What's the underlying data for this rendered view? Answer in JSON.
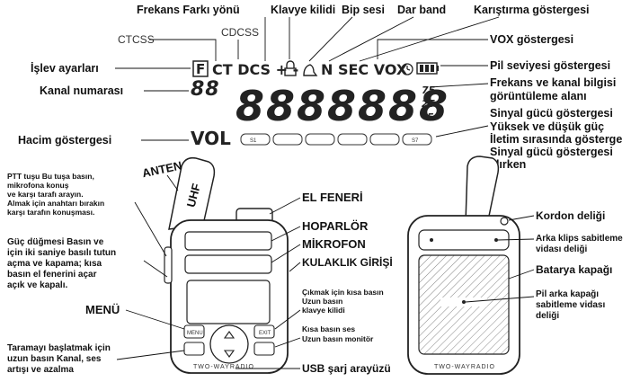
{
  "top_labels": {
    "frekans_farki": "Frekans Farkı yönü",
    "klavye_kilidi": "Klavye kilidi",
    "bip_sesi": "Bip sesi",
    "dar_band": "Dar band",
    "karistirma": "Karıştırma göstergesi"
  },
  "left_labels": {
    "ctcss": "CTCSS",
    "cdcss": "CDCSS",
    "islev": "İşlev ayarları",
    "kanal": "Kanal numarası",
    "hacim": "Hacim göstergesi"
  },
  "right_labels": {
    "vox": "VOX göstergesi",
    "pil": "Pil seviyesi göstergesi",
    "frekans_alani": [
      "Frekans ve kanal bilgisi",
      "görüntüleme alanı"
    ],
    "sinyal": [
      "Sinyal gücü göstergesi",
      "Yüksek ve düşük güç",
      "İletim sırasında gösterge",
      "Sinyal gücü göstergesi",
      "alırken"
    ]
  },
  "lcd": {
    "f": "F",
    "row1": "CT DCS + -",
    "row1b": "N SEC VOX",
    "kanal_digits": "88",
    "freq_digits": "8888888",
    "step1": "75",
    "step2": "25",
    "step3": "5",
    "vol": "VOL",
    "bar_first": "S1",
    "bar_last": "S7"
  },
  "front_labels": {
    "anten": "ANTEN",
    "uhf": "UHF",
    "el_feneri": "EL FENERİ",
    "hoparlor": "HOPARLÖR",
    "mikrofon": "MİKROFON",
    "kulaklik": "KULAKLIK GİRİŞİ",
    "ptt": [
      "PTT tuşu Bu tuşa basın,",
      "mikrofona konuş",
      "ve karşı tarafı arayın.",
      "Almak için anahtarı bırakın",
      "karşı tarafın konuşması."
    ],
    "guc": [
      "Güç düğmesi Basın ve",
      "için iki saniye basılı tutun",
      "açma ve kapama; kısa",
      "basın el fenerini açar",
      "açık ve kapalı."
    ],
    "menu": "MENÜ",
    "tarama": [
      "Taramayı başlatmak için",
      "uzun basın Kanal, ses",
      "artışı ve azalma"
    ],
    "exit_note": [
      "Çıkmak için kısa basın",
      "Uzun basın",
      "klavye kilidi"
    ],
    "monitor_note": [
      "Kısa basın ses",
      "Uzun basın monitör"
    ],
    "usb": "USB şarj arayüzü",
    "brand": "TWO-WAYRADIO",
    "btn_menu": "MENU",
    "btn_exit": "EXIT"
  },
  "back_labels": {
    "kordon": "Kordon deliği",
    "klips": [
      "Arka klips sabitleme",
      "vidası deliği"
    ],
    "batarya": "Batarya kapağı",
    "pil_kapagi": [
      "Pil arka kapağı",
      "sabitleme vidası",
      "deliği"
    ],
    "brand": "TWO-WAYRADIO"
  }
}
